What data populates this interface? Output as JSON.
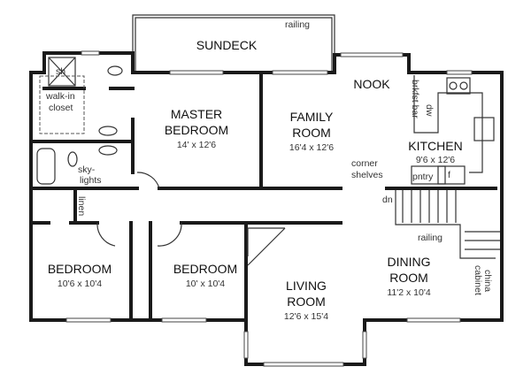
{
  "plan": {
    "sundeck": {
      "name": "SUNDECK",
      "railing": "railing"
    },
    "nook": {
      "name": "NOOK"
    },
    "master_bedroom": {
      "line1": "MASTER",
      "line2": "BEDROOM",
      "dim": "14' x 12'6"
    },
    "family_room": {
      "line1": "FAMILY",
      "line2": "ROOM",
      "dim": "16'4 x 12'6"
    },
    "kitchen": {
      "name": "KITCHEN",
      "dim": "9'6 x 12'6",
      "brkfst": "brkfst bar",
      "dw": "dw",
      "pantry": "pntry",
      "fridge": "f"
    },
    "corner_shelves": {
      "line1": "corner",
      "line2": "shelves"
    },
    "master_bath": {
      "shower": "sh",
      "closet1": "walk-in",
      "closet2": "closet",
      "sky1": "sky-",
      "sky2": "lights"
    },
    "linen": "linen",
    "stairs": {
      "dn": "dn",
      "railing": "railing"
    },
    "bedroom1": {
      "name": "BEDROOM",
      "dim": "10'6 x 10'4"
    },
    "bedroom2": {
      "name": "BEDROOM",
      "dim": "10' x 10'4"
    },
    "living_room": {
      "line1": "LIVING",
      "line2": "ROOM",
      "dim": "12'6 x 15'4"
    },
    "dining_room": {
      "line1": "DINING",
      "line2": "ROOM",
      "dim": "11'2 x 10'4"
    },
    "china_cabinet": {
      "line1": "china",
      "line2": "cabinet"
    }
  }
}
